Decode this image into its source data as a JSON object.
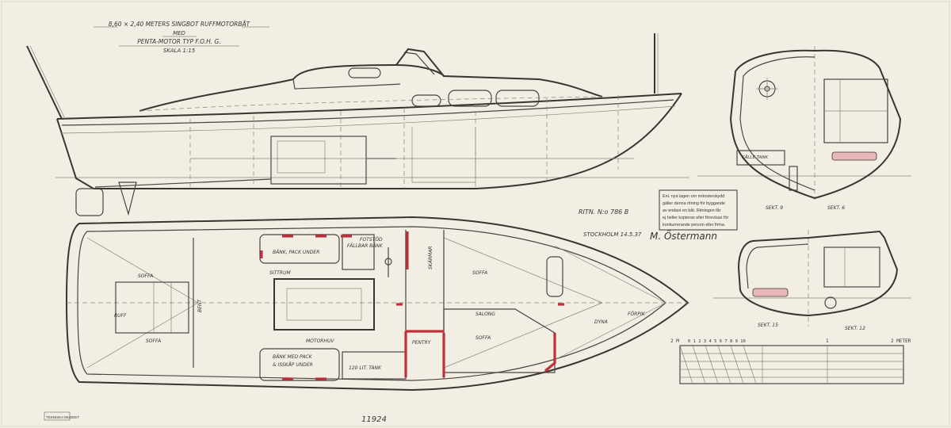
{
  "title_block": {
    "line1": "8,60 × 2,40 METERS SINGBOT RUFFMOTORBÅT",
    "line2": "MED",
    "line3": "PENTA-MOTOR TYP F.O.H. G.",
    "line4": "SKALA 1:15"
  },
  "drawing_info": {
    "number": "RITN. N:o 786 B",
    "place_date": "STOCKHOLM 14.5.37",
    "signature": "M. Östermann"
  },
  "copyright_note": {
    "line1": "Enl. nya lagen om mönsterskydd",
    "line2": "gäller denna ritning för byggande",
    "line3": "av endast en båt. Ritningen får",
    "line4": "ej heller kopieras eller förevisas för",
    "line5": "konkurrerande person eller firma."
  },
  "plan_labels": {
    "ruff": "RUFF",
    "soffa_1": "SOFFA",
    "soffa_2": "SOFFA",
    "soffa_3": "SOFFA",
    "soffa_4": "SOFFA",
    "sittbrunn": "SITTRUM",
    "bank_pack": "BÄNK, PACK UNDER",
    "fallbar_bank": "FÄLLBAR BÄNK",
    "fotstod": "FOTSTÖD",
    "skarmar": "SKÄRMAR",
    "motorhuv": "MOTORHUV",
    "salong": "SALONG",
    "pentry": "PENTRY",
    "bank_med_pack_1": "BÄNK MED PACK",
    "bank_med_pack_2": "& ISSKÅP UNDER",
    "tank": "120 LIT. TANK",
    "dyna": "DYNA",
    "forpik": "FÖRPIK",
    "bent": "BENT"
  },
  "section_labels": {
    "sekt_9": "SEKT. 9",
    "sekt_6": "SEKT. 6",
    "sekt_15": "SEKT. 15",
    "sekt_12": "SEKT. 12",
    "kalle_tank": "KÄLLE TANK"
  },
  "scale_bar": {
    "label_left": "2 M",
    "ticks": "0 1 2 3 4 5 6 7 8 9 10",
    "mid": "1",
    "label_right": "2 METER"
  },
  "archive": {
    "stamp": "TEKNISKA MUSEET",
    "handwritten_number": "11924"
  }
}
